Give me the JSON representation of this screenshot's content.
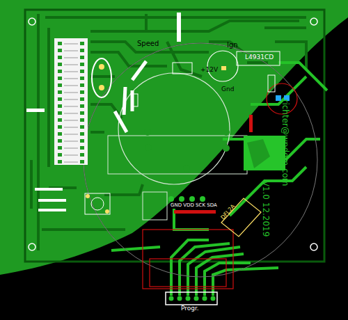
{
  "diagram": {
    "labels": [
      "Speed",
      "Ign",
      "L4931CD",
      "+12V",
      "Gnd",
      "GND VDD SCK SDA",
      "DFL2A",
      "Progr.",
      "richter@wpdom.com",
      "V1.0 12.2019"
    ]
  }
}
